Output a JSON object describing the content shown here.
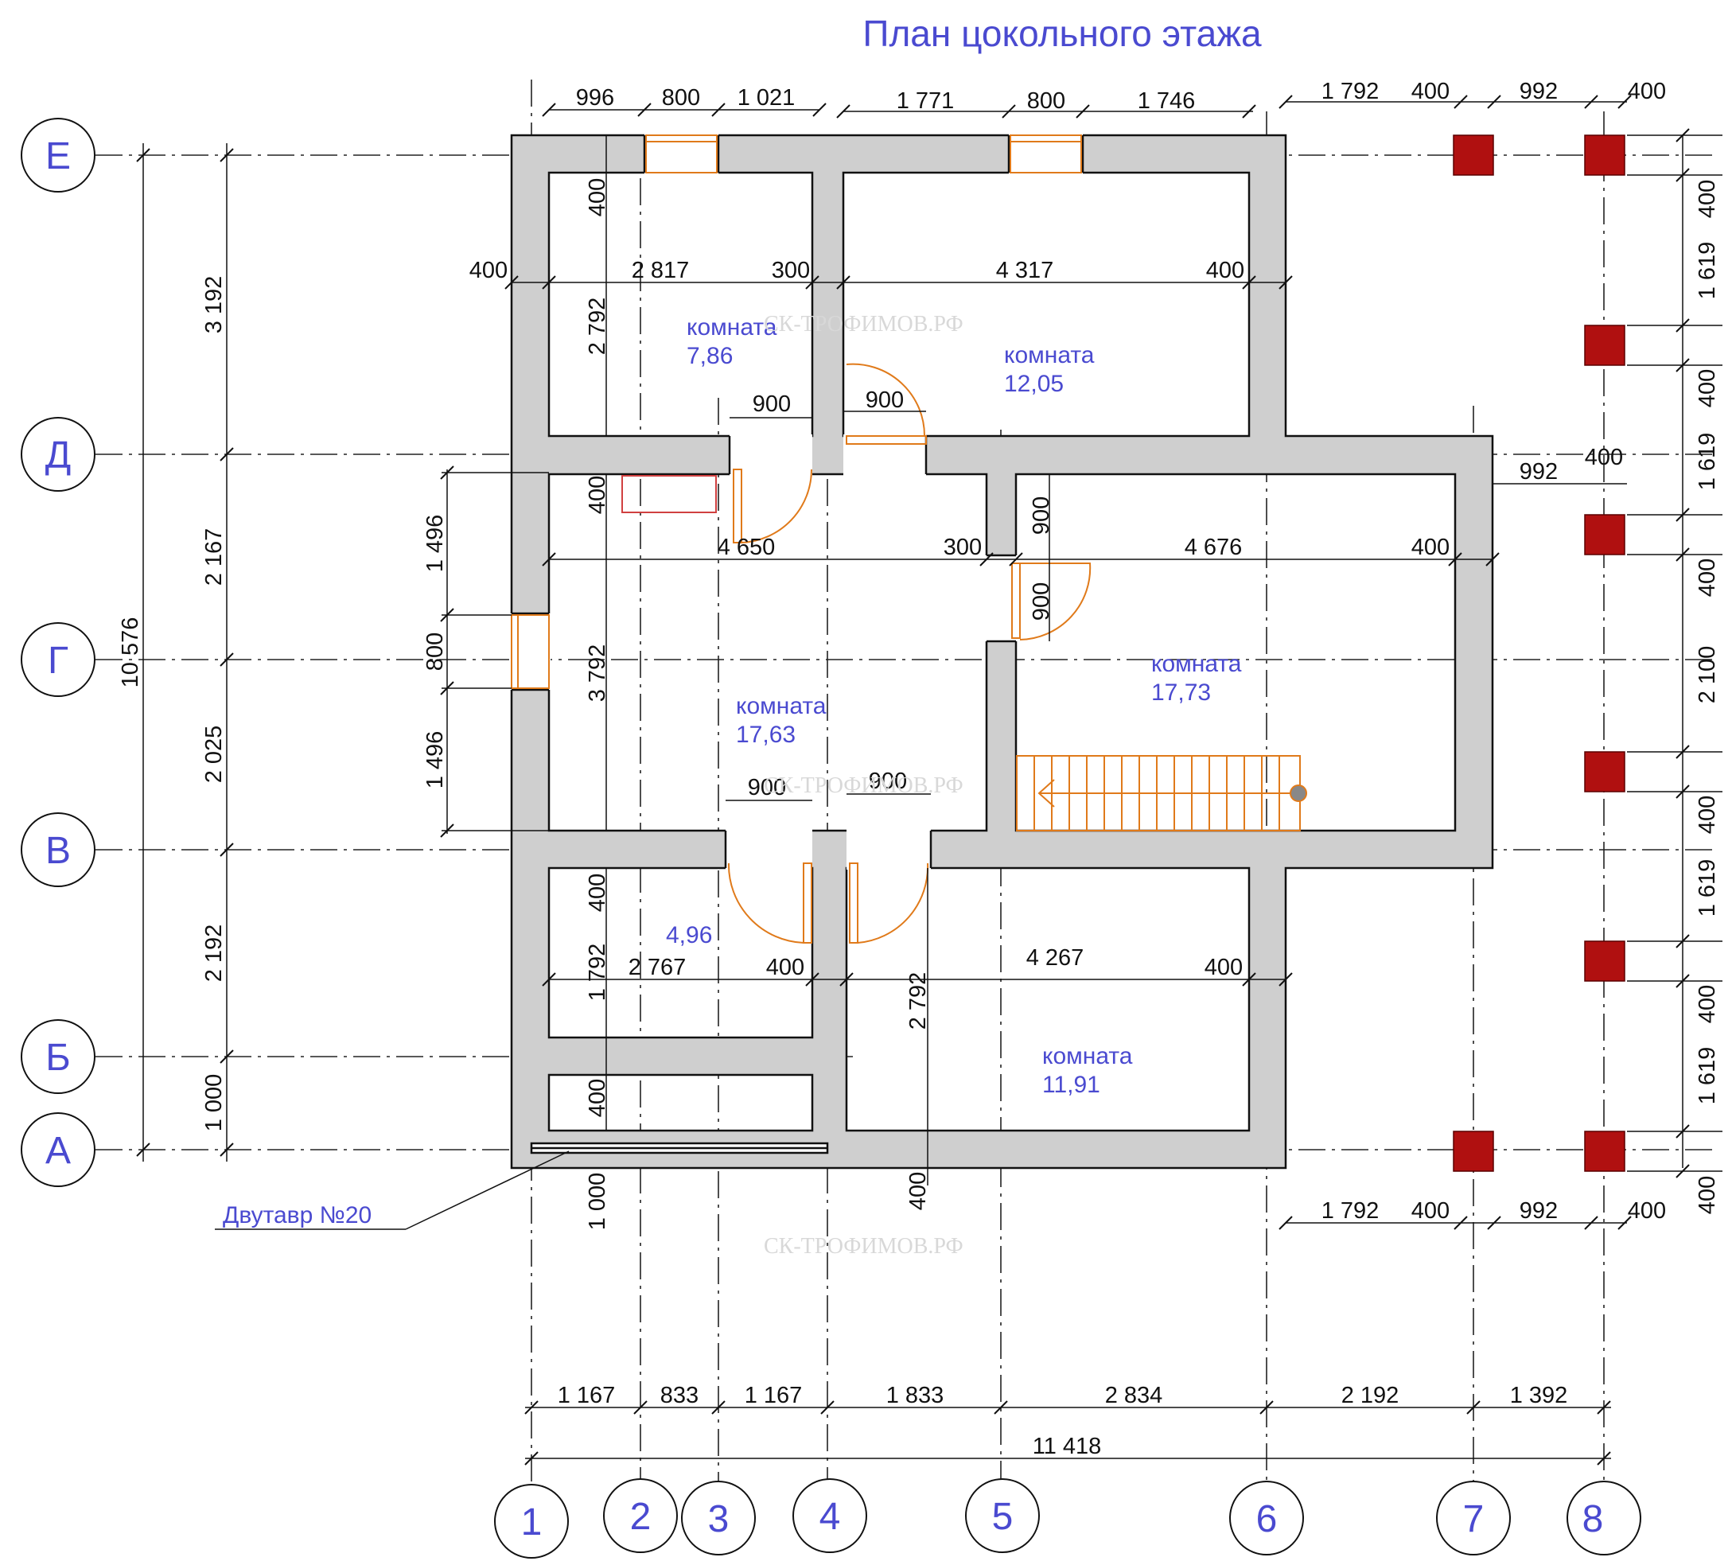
{
  "title": "План цокольного этажа",
  "room_word": "комната",
  "rooms": [
    {
      "name": "комната",
      "area": "7,86"
    },
    {
      "name": "комната",
      "area": "12,05"
    },
    {
      "name": "комната",
      "area": "17,63"
    },
    {
      "name": "комната",
      "area": "17,73"
    },
    {
      "name": "",
      "area": "4,96"
    },
    {
      "name": "комната",
      "area": "11,91"
    }
  ],
  "axes_rows": [
    "Е",
    "Д",
    "Г",
    "В",
    "Б",
    "А"
  ],
  "axes_cols": [
    "1",
    "2",
    "3",
    "4",
    "5",
    "6",
    "7",
    "8"
  ],
  "beam_label": "Двутавр №20",
  "watermark": "СК-ТРОФИМОВ.РФ",
  "dims": {
    "top": [
      "996",
      "800",
      "1 021",
      "1 771",
      "800",
      "1 746",
      "1 792",
      "400",
      "992",
      "400"
    ],
    "bottom_right": [
      "1 792",
      "400",
      "992",
      "400"
    ],
    "bottom_chain": [
      "1 167",
      "833",
      "1 167",
      "1 833",
      "2 834",
      "2 192",
      "1 392"
    ],
    "total_x": "11 418",
    "left_chain": [
      "3 192",
      "2 167",
      "2 025",
      "2 192",
      "1 000"
    ],
    "total_y": "10 576",
    "window_left": [
      "1 496",
      "800",
      "1 496"
    ],
    "right_chain": [
      "400",
      "1 619",
      "400",
      "1 619",
      "400",
      "2 100",
      "400",
      "1 619",
      "400",
      "1 619",
      "400"
    ],
    "right_mid": [
      "992",
      "400"
    ],
    "room1": [
      "400",
      "2 817",
      "300",
      "2 792",
      "400"
    ],
    "room2": [
      "4 317",
      "400"
    ],
    "doors_upper": [
      "900",
      "900"
    ],
    "room3": [
      "4 650",
      "300",
      "400",
      "3 792"
    ],
    "room4": [
      "4 676",
      "400",
      "900",
      "900"
    ],
    "doors_lower": [
      "900",
      "900"
    ],
    "room5": [
      "2 767",
      "400",
      "400",
      "1 792",
      "400"
    ],
    "room6": [
      "4 267",
      "400",
      "2 792"
    ],
    "below": [
      "1 000",
      "400"
    ]
  }
}
